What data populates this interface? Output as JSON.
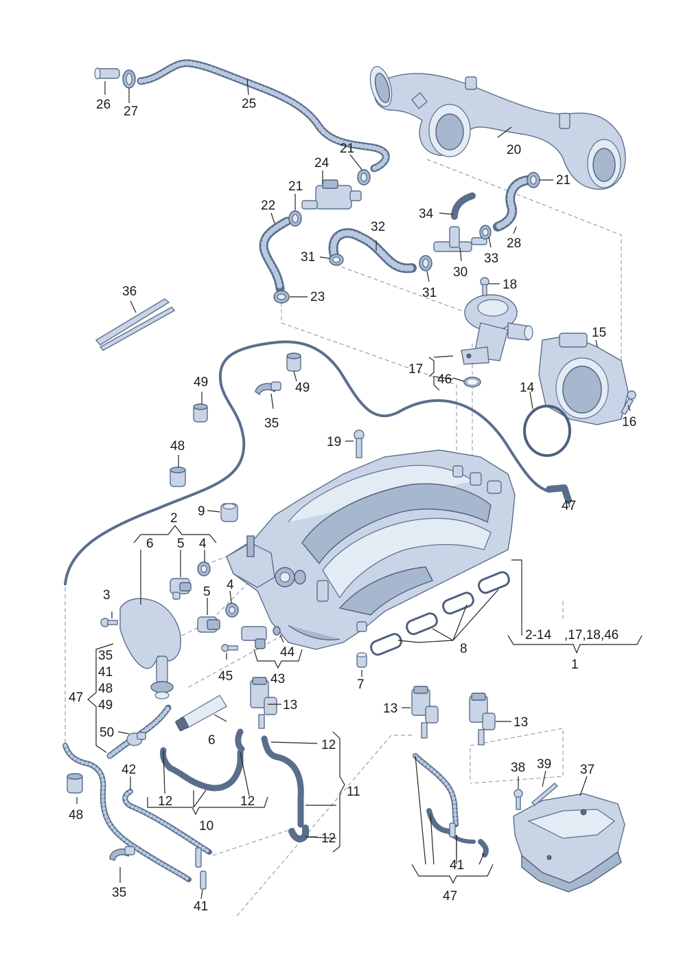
{
  "labels": {
    "l1": "1",
    "l2": "2",
    "l3": "3",
    "l4a": "4",
    "l4b": "4",
    "l5a": "5",
    "l5b": "5",
    "l6a": "6",
    "l6b": "6",
    "l7": "7",
    "l8": "8",
    "l9": "9",
    "l10": "10",
    "l11": "11",
    "l12a": "12",
    "l12b": "12",
    "l12c": "12",
    "l12d": "12",
    "l13a": "13",
    "l13b": "13",
    "l13c": "13",
    "l14": "14",
    "l15": "15",
    "l16": "16",
    "l17": "17",
    "l18": "18",
    "l19": "19",
    "l20": "20",
    "l21a": "21",
    "l21b": "21",
    "l21c": "21",
    "l22": "22",
    "l23": "23",
    "l24": "24",
    "l25": "25",
    "l26": "26",
    "l27": "27",
    "l28": "28",
    "l30": "30",
    "l31a": "31",
    "l31b": "31",
    "l32": "32",
    "l33": "33",
    "l34": "34",
    "l35a": "35",
    "l35b": "35",
    "l35c": "35",
    "l36": "36",
    "l37": "37",
    "l38": "38",
    "l39": "39",
    "l41a": "41",
    "l41b": "41",
    "l41c": "41",
    "l42": "42",
    "l43": "43",
    "l44": "44",
    "l45": "45",
    "l46": "46",
    "l47a": "47",
    "l47b": "47",
    "l47c": "47",
    "l48a": "48",
    "l48b": "48",
    "l48c": "48",
    "l49a": "49",
    "l49b": "49",
    "l49c": "49",
    "l50": "50",
    "group_2_14": "2-14",
    "group_17_18_46": ",17,18,46"
  },
  "colors": {
    "part_fill": "#c9d5e6",
    "part_stroke": "#5a6e8c",
    "hose_dots": "#b9c9e0",
    "dash_line": "#7d8fa8",
    "label_text": "#1a1a1a"
  }
}
